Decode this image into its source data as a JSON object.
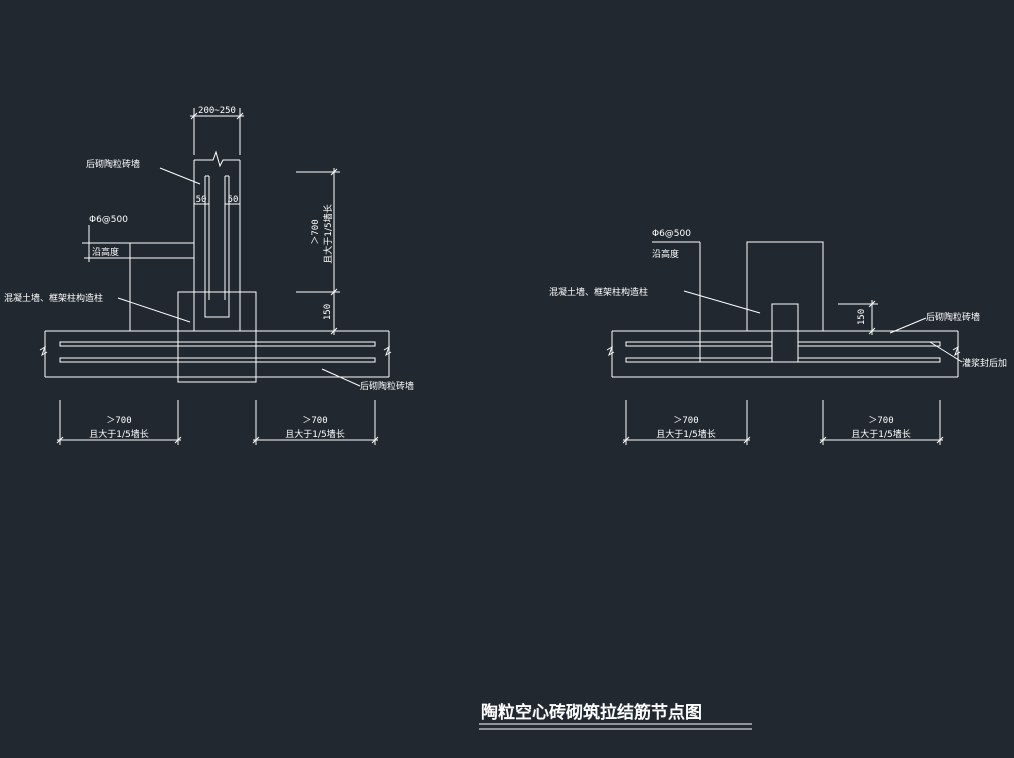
{
  "colors": {
    "background": "#212830",
    "linework": "#ffffff"
  },
  "title": "陶粒空心砖砌筑拉结筋节点图",
  "left_detail": {
    "dim_top": "200~250",
    "dim_50_left": "50",
    "dim_50_right": "50",
    "dim_700": "＞700",
    "dim_700_note": "且大于1/5墙长",
    "dim_150": "150",
    "label_top_wall": "后砌陶粒砖墙",
    "label_rebar": "Φ6@500",
    "label_rebar_note": "沿高度",
    "label_column": "混凝土墙、框架柱构造柱",
    "label_bottom_wall": "后砌陶粒砖墙",
    "dim_left_span": "＞700",
    "dim_left_span_note": "且大于1/5墙长",
    "dim_right_span": "＞700",
    "dim_right_span_note": "且大于1/5墙长"
  },
  "right_detail": {
    "label_rebar": "Φ6@500",
    "label_rebar_note": "沿高度",
    "label_column": "混凝土墙、框架柱构造柱",
    "dim_150": "150",
    "label_wall": "后砌陶粒砖墙",
    "label_grout": "灌浆封后加",
    "dim_left_span": "＞700",
    "dim_left_span_note": "且大于1/5墙长",
    "dim_right_span": "＞700",
    "dim_right_span_note": "且大于1/5墙长"
  }
}
